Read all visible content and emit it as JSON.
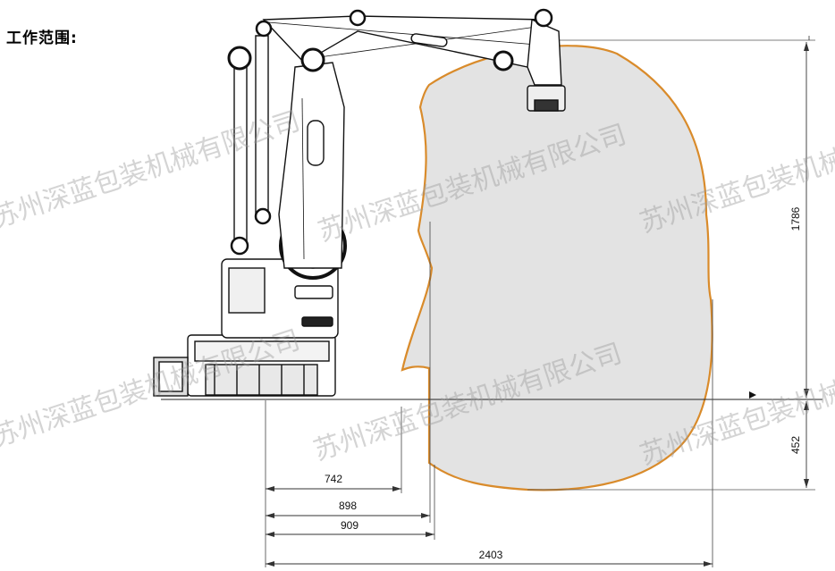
{
  "title": "工作范围:",
  "dimensions": {
    "d742": "742",
    "d898": "898",
    "d909": "909",
    "d2403": "2403",
    "d1786": "1786",
    "d452": "452"
  },
  "watermark": "苏州深蓝包装机械有限公司",
  "colors": {
    "envelope_stroke": "#d98b2b",
    "envelope_fill": "#e3e3e3",
    "line": "#222222"
  }
}
